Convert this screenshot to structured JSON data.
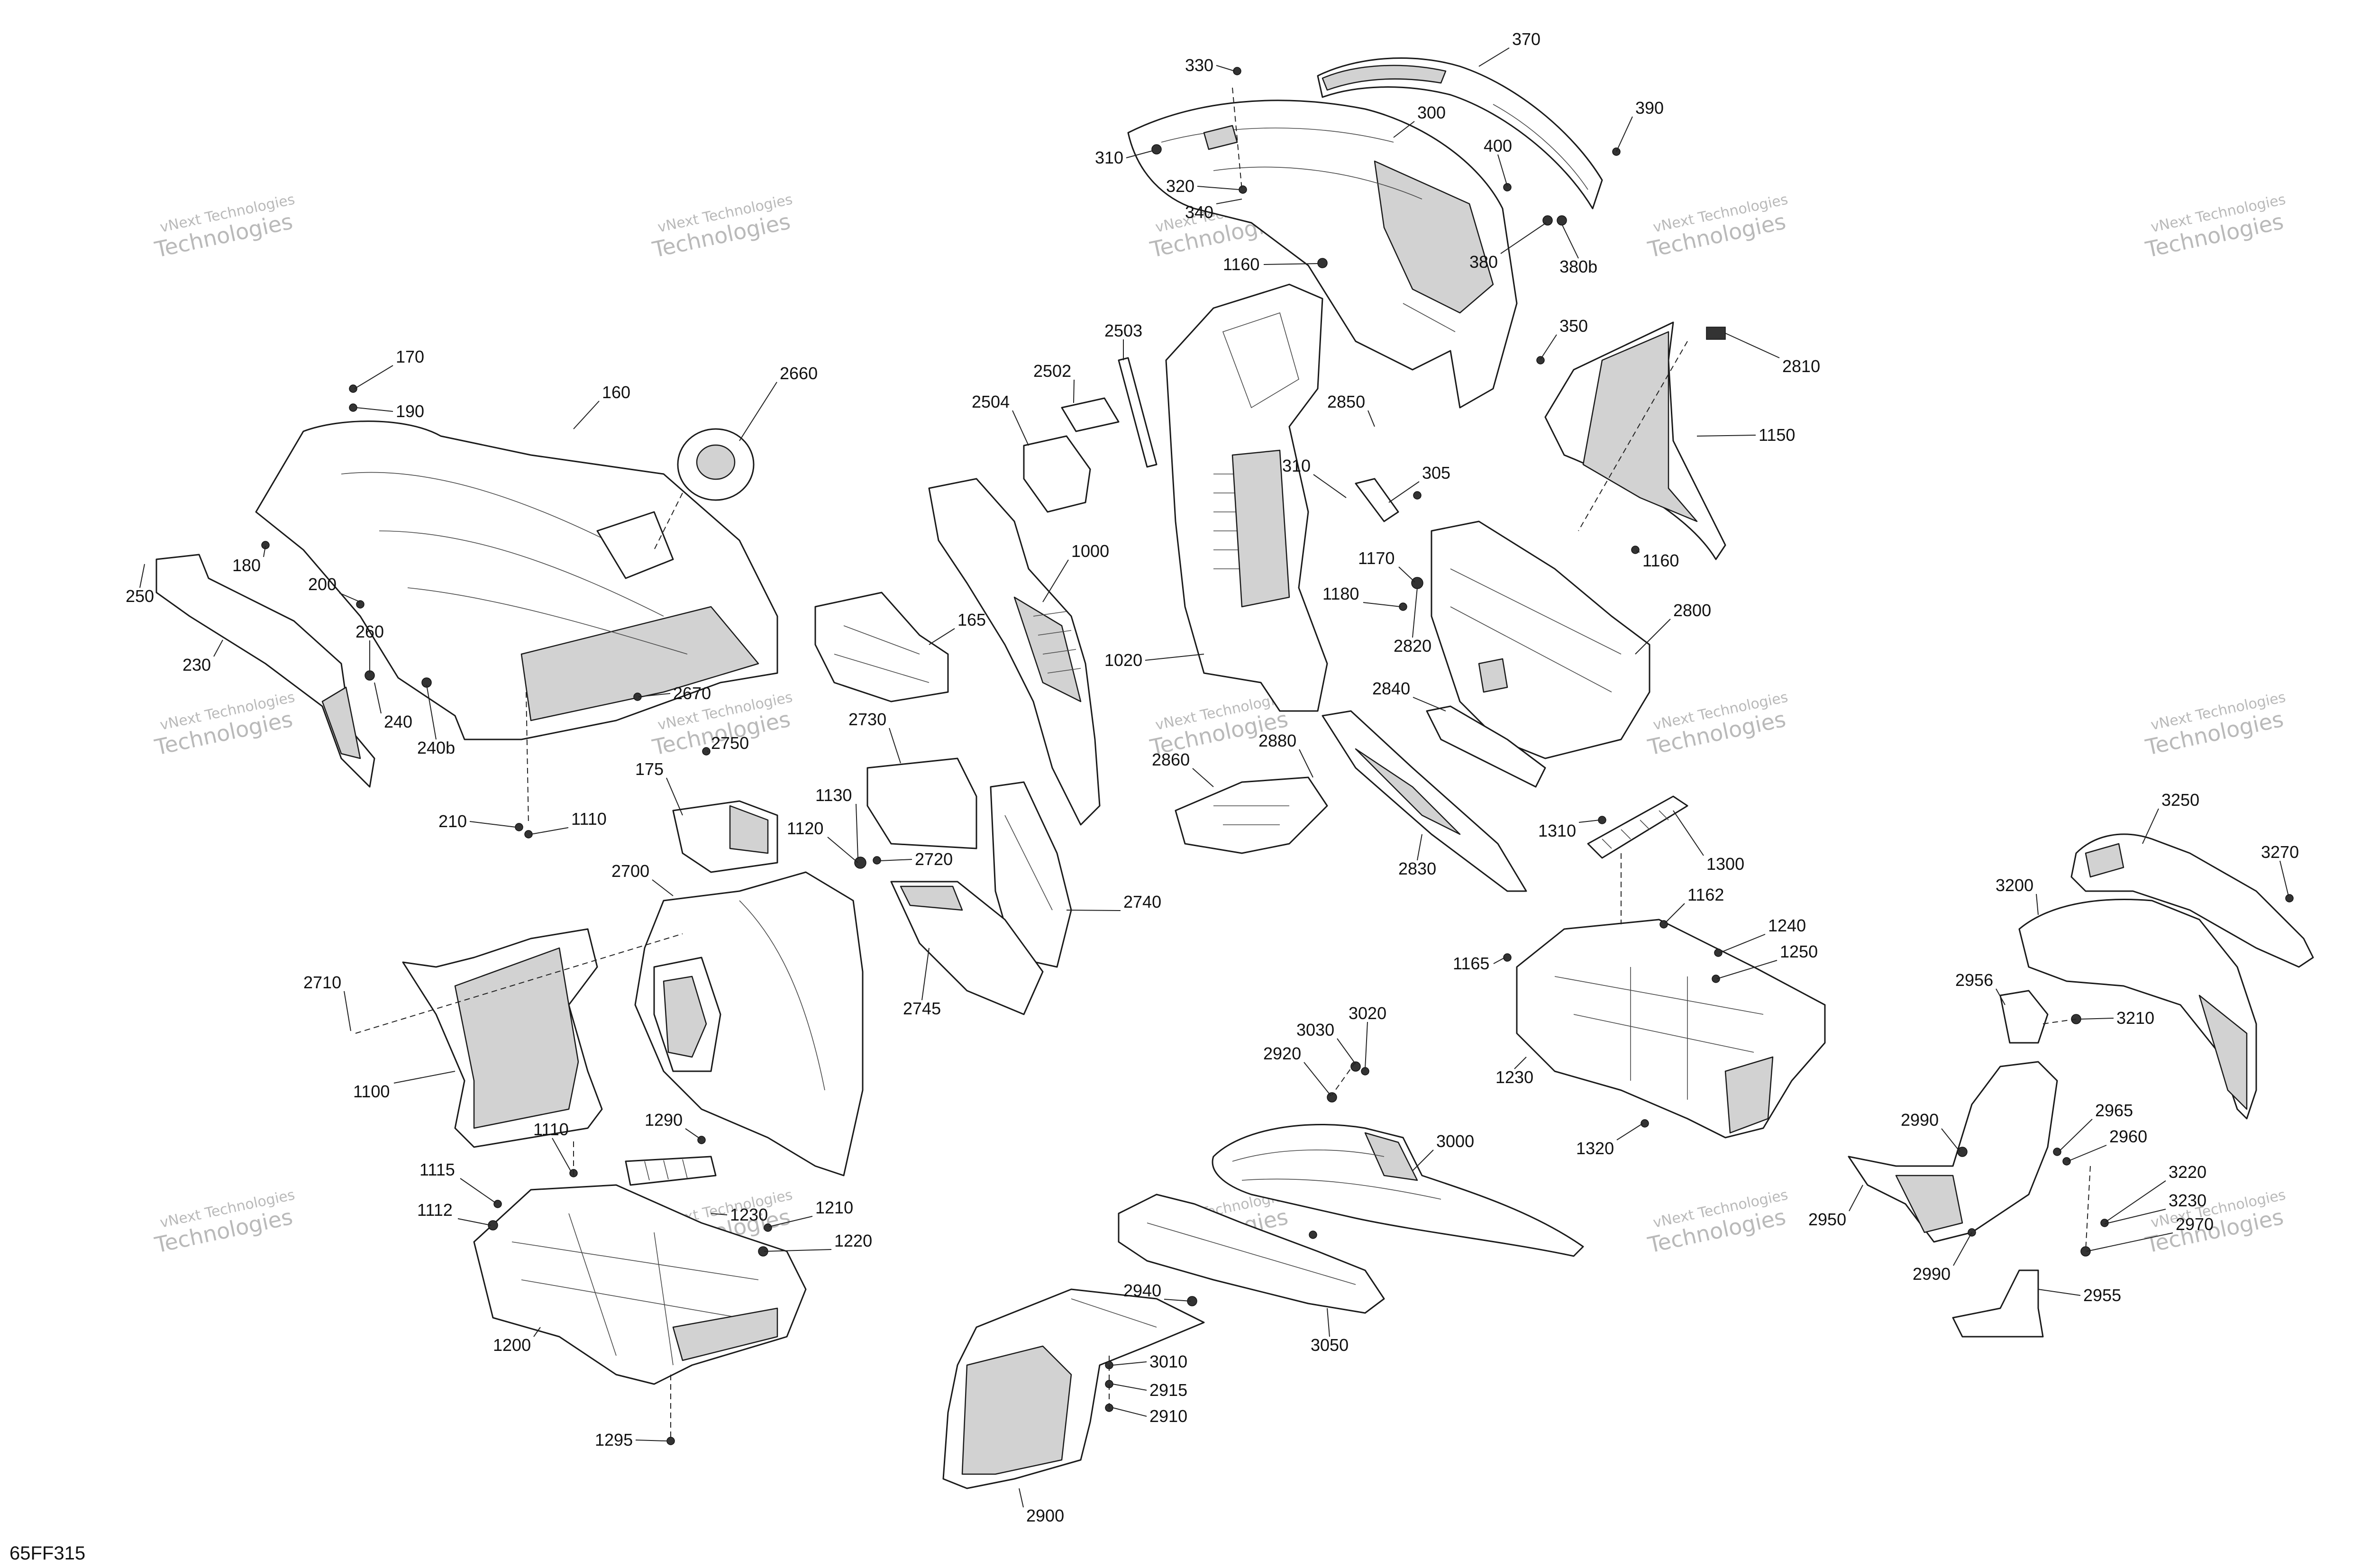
{
  "diagram": {
    "id": "65FF315",
    "watermark": {
      "line1": "vNext Technologies",
      "line2": "Technologies"
    },
    "callouts": [
      {
        "id": "c330",
        "text": "330"
      },
      {
        "id": "c370",
        "text": "370"
      },
      {
        "id": "c300",
        "text": "300"
      },
      {
        "id": "c390",
        "text": "390"
      },
      {
        "id": "c310a",
        "text": "310"
      },
      {
        "id": "c400",
        "text": "400"
      },
      {
        "id": "c320",
        "text": "320"
      },
      {
        "id": "c340",
        "text": "340"
      },
      {
        "id": "c380",
        "text": "380"
      },
      {
        "id": "c380b",
        "text": "380b"
      },
      {
        "id": "c1160a",
        "text": "1160"
      },
      {
        "id": "c350",
        "text": "350"
      },
      {
        "id": "c2810",
        "text": "2810"
      },
      {
        "id": "c170",
        "text": "170"
      },
      {
        "id": "c2503",
        "text": "2503"
      },
      {
        "id": "c190",
        "text": "190"
      },
      {
        "id": "c160",
        "text": "160"
      },
      {
        "id": "c2660",
        "text": "2660"
      },
      {
        "id": "c2502",
        "text": "2502"
      },
      {
        "id": "c2850",
        "text": "2850"
      },
      {
        "id": "c2504",
        "text": "2504"
      },
      {
        "id": "c1150",
        "text": "1150"
      },
      {
        "id": "c310b",
        "text": "310"
      },
      {
        "id": "c305",
        "text": "305"
      },
      {
        "id": "c1000",
        "text": "1000"
      },
      {
        "id": "c250",
        "text": "250"
      },
      {
        "id": "c180",
        "text": "180"
      },
      {
        "id": "c1170",
        "text": "1170"
      },
      {
        "id": "c1160b",
        "text": "1160"
      },
      {
        "id": "c200",
        "text": "200"
      },
      {
        "id": "c1180",
        "text": "1180"
      },
      {
        "id": "c2820",
        "text": "2820"
      },
      {
        "id": "c2800",
        "text": "2800"
      },
      {
        "id": "c260",
        "text": "260"
      },
      {
        "id": "c165",
        "text": "165"
      },
      {
        "id": "c230",
        "text": "230"
      },
      {
        "id": "c1020",
        "text": "1020"
      },
      {
        "id": "c2670",
        "text": "2670"
      },
      {
        "id": "c240",
        "text": "240"
      },
      {
        "id": "c2840",
        "text": "2840"
      },
      {
        "id": "c2750",
        "text": "2750"
      },
      {
        "id": "c240b",
        "text": "240b"
      },
      {
        "id": "c2730",
        "text": "2730"
      },
      {
        "id": "c2880",
        "text": "2880"
      },
      {
        "id": "c2860",
        "text": "2860"
      },
      {
        "id": "c175",
        "text": "175"
      },
      {
        "id": "c1130",
        "text": "1130"
      },
      {
        "id": "c210",
        "text": "210"
      },
      {
        "id": "c1110a",
        "text": "1110"
      },
      {
        "id": "c3250",
        "text": "3250"
      },
      {
        "id": "c1310",
        "text": "1310"
      },
      {
        "id": "c2830",
        "text": "2830"
      },
      {
        "id": "c1120",
        "text": "1120"
      },
      {
        "id": "c1300",
        "text": "1300"
      },
      {
        "id": "c2720",
        "text": "2720"
      },
      {
        "id": "c3270",
        "text": "3270"
      },
      {
        "id": "c2700",
        "text": "2700"
      },
      {
        "id": "c3200",
        "text": "3200"
      },
      {
        "id": "c2740",
        "text": "2740"
      },
      {
        "id": "c1162",
        "text": "1162"
      },
      {
        "id": "c1240",
        "text": "1240"
      },
      {
        "id": "c1165",
        "text": "1165"
      },
      {
        "id": "c1250",
        "text": "1250"
      },
      {
        "id": "c2710",
        "text": "2710"
      },
      {
        "id": "c2745",
        "text": "2745"
      },
      {
        "id": "c2956",
        "text": "2956"
      },
      {
        "id": "c3210",
        "text": "3210"
      },
      {
        "id": "c3030",
        "text": "3030"
      },
      {
        "id": "c3020",
        "text": "3020"
      },
      {
        "id": "c2920",
        "text": "2920"
      },
      {
        "id": "c1230a",
        "text": "1230"
      },
      {
        "id": "c1100",
        "text": "1100"
      },
      {
        "id": "c2965",
        "text": "2965"
      },
      {
        "id": "c2990a",
        "text": "2990"
      },
      {
        "id": "c2960",
        "text": "2960"
      },
      {
        "id": "c1110b",
        "text": "1110"
      },
      {
        "id": "c3000",
        "text": "3000"
      },
      {
        "id": "c1320",
        "text": "1320"
      },
      {
        "id": "c1290",
        "text": "1290"
      },
      {
        "id": "c3220",
        "text": "3220"
      },
      {
        "id": "c1115",
        "text": "1115"
      },
      {
        "id": "c3230",
        "text": "3230"
      },
      {
        "id": "c2950",
        "text": "2950"
      },
      {
        "id": "c1112",
        "text": "1112"
      },
      {
        "id": "c1230b",
        "text": "1230"
      },
      {
        "id": "c1210",
        "text": "1210"
      },
      {
        "id": "c2970",
        "text": "2970"
      },
      {
        "id": "c1220",
        "text": "1220"
      },
      {
        "id": "c2990b",
        "text": "2990"
      },
      {
        "id": "c2955",
        "text": "2955"
      },
      {
        "id": "c2940",
        "text": "2940"
      },
      {
        "id": "c1200",
        "text": "1200"
      },
      {
        "id": "c3050",
        "text": "3050"
      },
      {
        "id": "c3010",
        "text": "3010"
      },
      {
        "id": "c2915",
        "text": "2915"
      },
      {
        "id": "c2910",
        "text": "2910"
      },
      {
        "id": "c1295",
        "text": "1295"
      },
      {
        "id": "c2900",
        "text": "2900"
      }
    ]
  }
}
